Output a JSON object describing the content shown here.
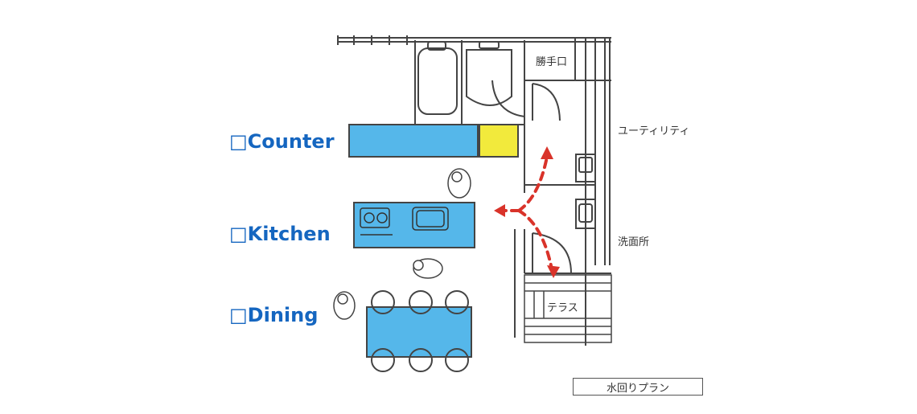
{
  "labels": {
    "counter": "□Counter",
    "kitchen": "□Kitchen",
    "dining": "□Dining"
  },
  "rooms": {
    "back_door": "勝手口",
    "utility": "ユーティリティ",
    "washroom": "洗面所",
    "terrace": "テラス"
  },
  "caption": "水回りプラン",
  "colors": {
    "highlight_blue": "#55b7ea",
    "highlight_yellow": "#f2ea3c",
    "label_blue": "#1566c0",
    "flow_arrow": "#d9332a",
    "wall": "#444444"
  },
  "icons": [
    "person-icon",
    "bathtub-icon",
    "sink-icon",
    "stove-icon",
    "chair-icon",
    "flow-arrow-icon"
  ]
}
